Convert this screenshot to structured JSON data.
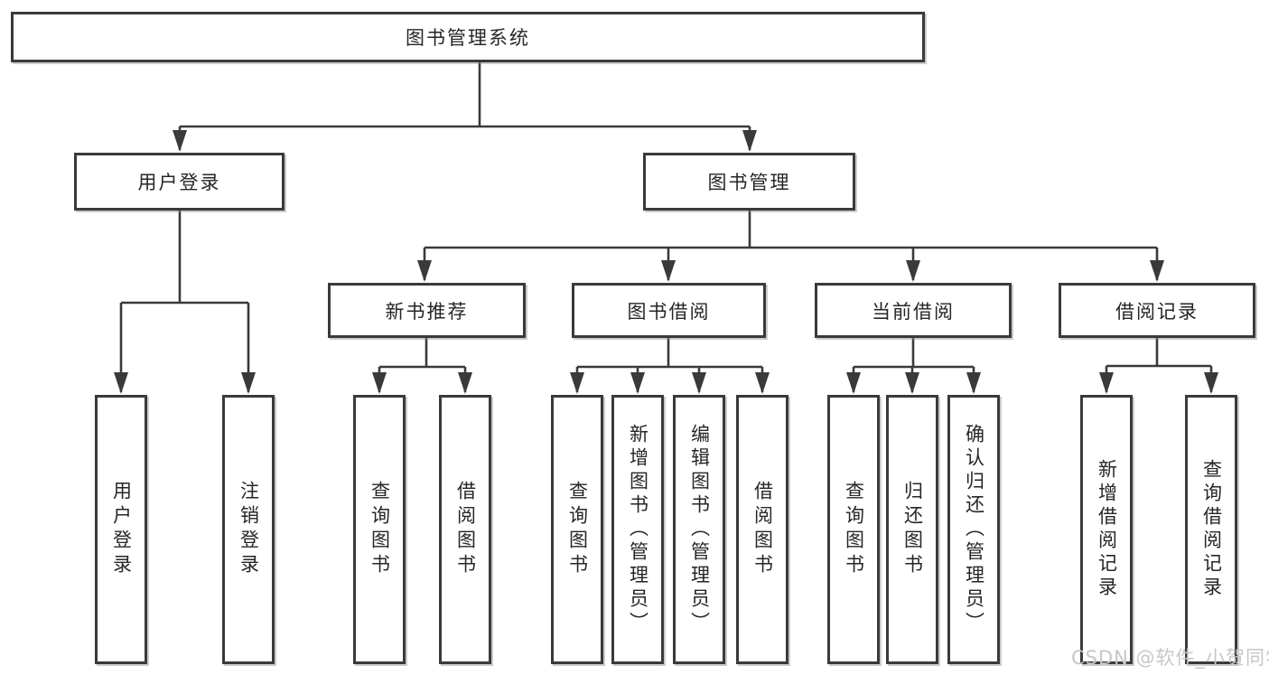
{
  "tree": {
    "root": {
      "label": "图书管理系统"
    },
    "branches": [
      {
        "label": "用户登录",
        "leaves": [
          {
            "label": "用户登录"
          },
          {
            "label": "注销登录"
          }
        ]
      },
      {
        "label": "图书管理",
        "groups": [
          {
            "label": "新书推荐",
            "leaves": [
              {
                "label": "查询图书"
              },
              {
                "label": "借阅图书"
              }
            ]
          },
          {
            "label": "图书借阅",
            "leaves": [
              {
                "label": "查询图书"
              },
              {
                "label": "新增图书（管理员）"
              },
              {
                "label": "编辑图书（管理员）"
              },
              {
                "label": "借阅图书"
              }
            ]
          },
          {
            "label": "当前借阅",
            "leaves": [
              {
                "label": "查询图书"
              },
              {
                "label": "归还图书"
              },
              {
                "label": "确认归还（管理员）"
              }
            ]
          },
          {
            "label": "借阅记录",
            "leaves": [
              {
                "label": "新增借阅记录"
              },
              {
                "label": "查询借阅记录"
              }
            ]
          }
        ]
      }
    ]
  },
  "watermark": {
    "text": "CSDN @软件_小贺同学"
  },
  "colors": {
    "line": "#3a3a3a",
    "text": "#262626",
    "watermark": "#c7c7c7"
  }
}
